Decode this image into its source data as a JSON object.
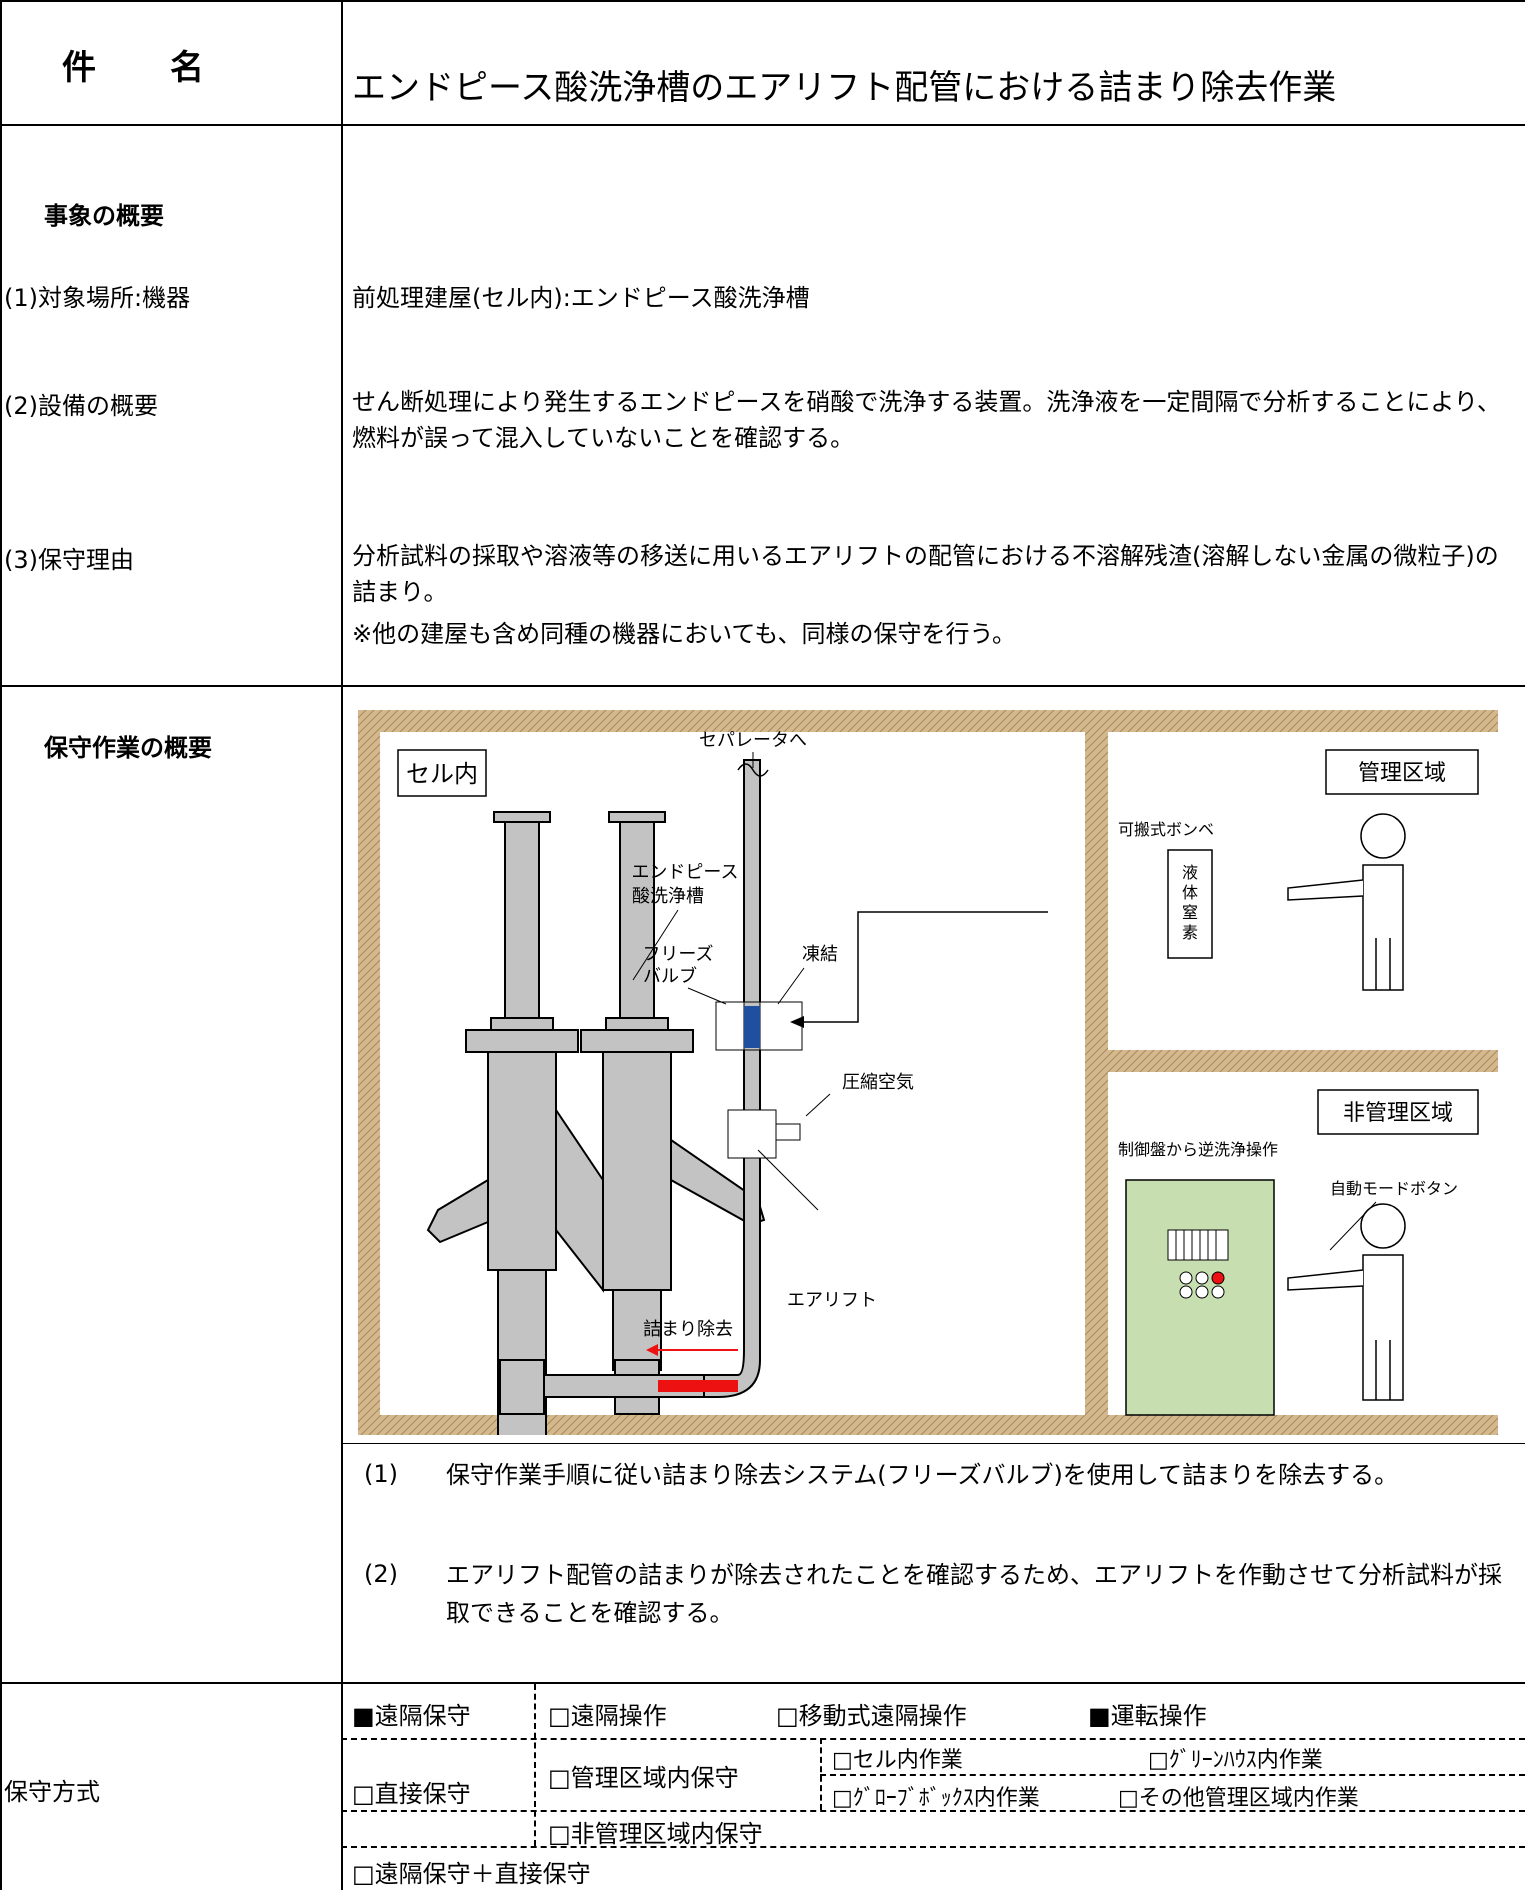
{
  "header": {
    "label": "件　　名",
    "title": "エンドピース酸洗浄槽のエアリフト配管における詰まり除去作業"
  },
  "summary": {
    "heading": "事象の概要",
    "items": [
      {
        "label": "(1)対象場所:機器",
        "text": "前処理建屋(セル内):エンドピース酸洗浄槽"
      },
      {
        "label": "(2)設備の概要",
        "text": "せん断処理により発生するエンドピースを硝酸で洗浄する装置。洗浄液を一定間隔で分析することにより、燃料が誤って混入していないことを確認する。"
      },
      {
        "label": "(3)保守理由",
        "text": "分析試料の採取や溶液等の移送に用いるエアリフトの配管における不溶解残渣(溶解しない金属の微粒子)の詰まり。",
        "note": "※他の建屋も含め同種の機器においても、同様の保守を行う。"
      }
    ]
  },
  "work": {
    "heading": "保守作業の概要",
    "diagram": {
      "cell": "セル内",
      "separator": "セパレータへ",
      "tank_line1": "エンドピース",
      "tank_line2": "酸洗浄槽",
      "freeze_valve_line1": "フリーズ",
      "freeze_valve_line2": "バルブ",
      "frozen": "凍結",
      "compressed_air": "圧縮空気",
      "air_lift": "エアリフト",
      "clog_removal": "詰まり除去",
      "controlled_area": "管理区域",
      "portable_cylinder": "可搬式ボンベ",
      "liquid_nitrogen": [
        "液",
        "体",
        "窒",
        "素"
      ],
      "uncontrolled_area": "非管理区域",
      "panel_backwash": "制御盤から逆洗浄操作",
      "auto_mode_button": "自動モードボタン"
    },
    "steps": [
      {
        "num": "(1)",
        "text": "保守作業手順に従い詰まり除去システム(フリーズバルブ)を使用して詰まりを除去する。"
      },
      {
        "num": "(2)",
        "text": "エアリフト配管の詰まりが除去されたことを確認するため、エアリフトを作動させて分析試料が採取できることを確認する。"
      }
    ]
  },
  "method": {
    "label": "保守方式",
    "remote": "■遠隔保守",
    "remote_op": "□遠隔操作",
    "mobile_remote_op": "□移動式遠隔操作",
    "operation": "■運転操作",
    "direct": "□直接保守",
    "in_controlled": "□管理区域内保守",
    "cell_work": "□セル内作業",
    "greenhouse_work": "□ｸﾞﾘｰﾝﾊｳｽ内作業",
    "glovebox_work": "□ｸﾞﾛｰﾌﾞﾎﾞｯｸｽ内作業",
    "other_controlled_work": "□その他管理区域内作業",
    "non_controlled": "□非管理区域内保守",
    "combined": "□遠隔保守＋直接保守"
  }
}
